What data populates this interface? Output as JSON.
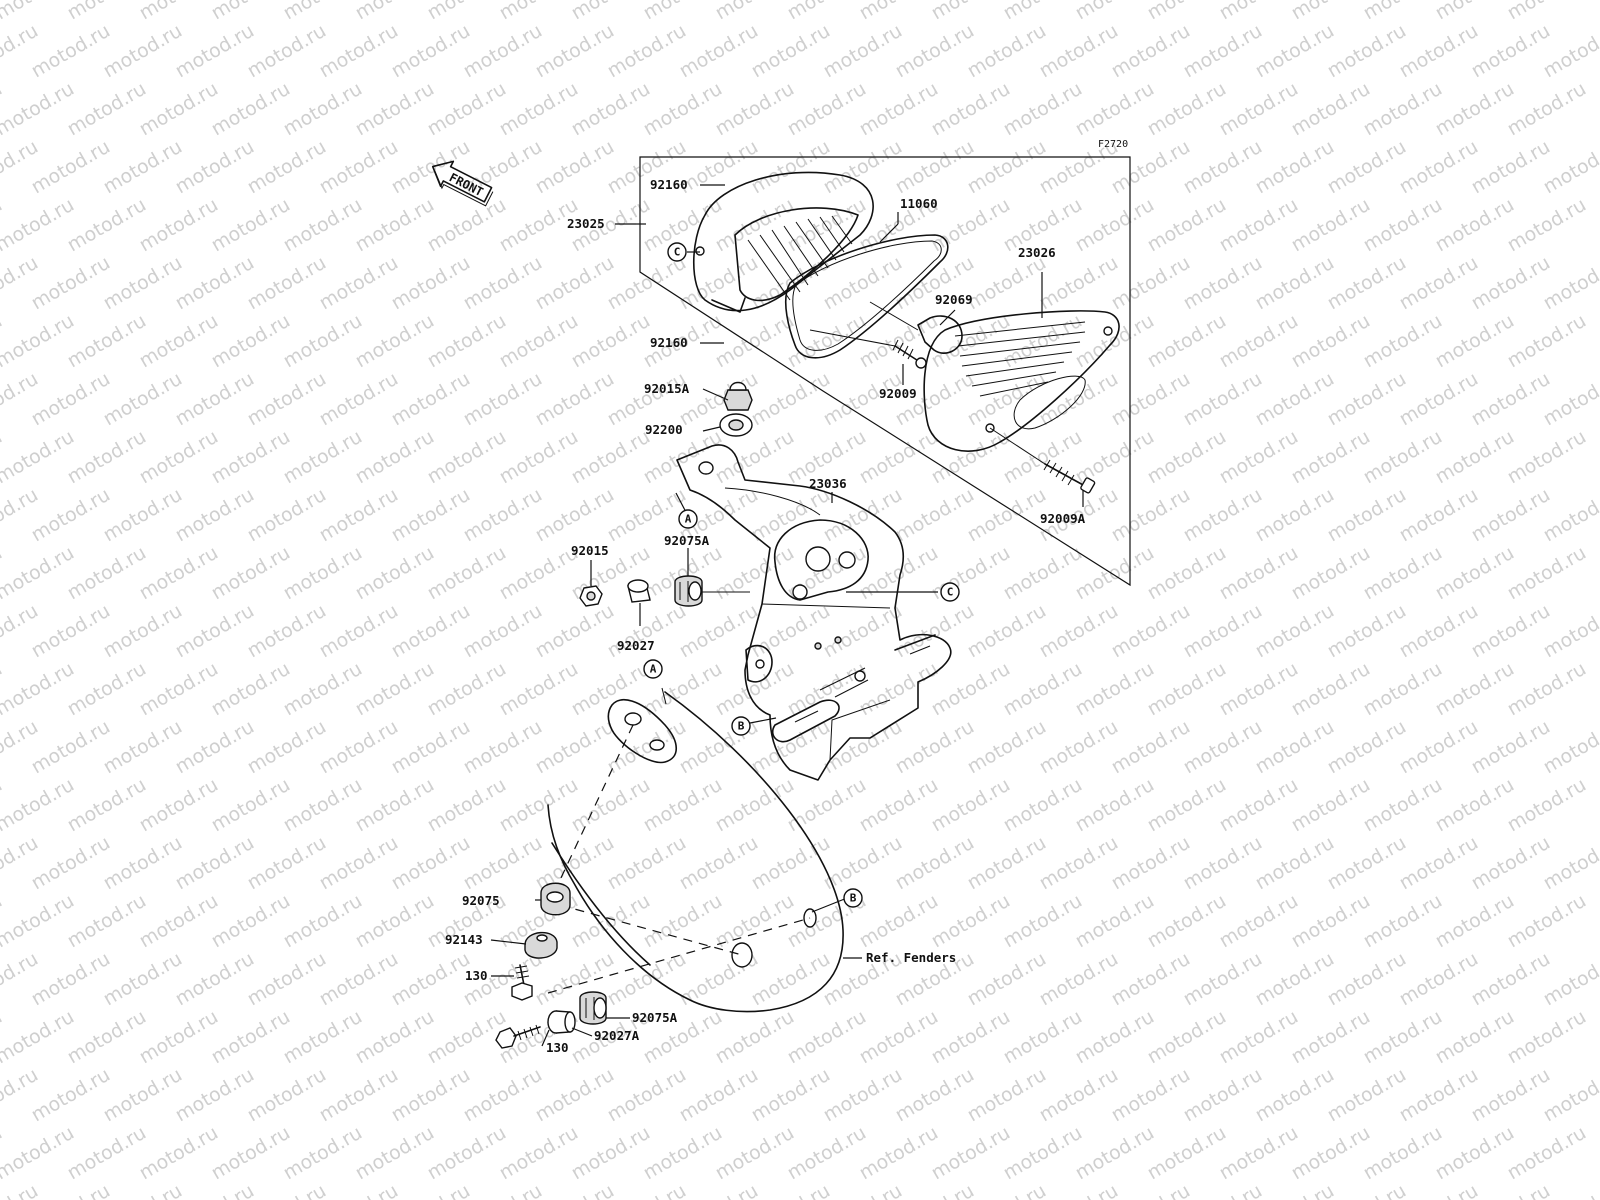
{
  "figure_code": "F2720",
  "front_label": "FRONT",
  "watermark": "motod.ru",
  "ref_note": "Ref. Fenders",
  "parts": {
    "p92160_top": "92160",
    "p23025": "23025",
    "p11060": "11060",
    "p23026": "23026",
    "p92069": "92069",
    "p92160_bottom": "92160",
    "p92009": "92009",
    "p92015A": "92015A",
    "p92200": "92200",
    "p23036": "23036",
    "p92009A": "92009A",
    "p92075A_upper": "92075A",
    "p92015": "92015",
    "p92027": "92027",
    "p92075": "92075",
    "p92143": "92143",
    "p130_upper": "130",
    "p92075A_lower": "92075A",
    "p130_lower": "130",
    "p92027A": "92027A"
  },
  "refs": {
    "c_top": "C",
    "a_bracket": "A",
    "c_bracket": "C",
    "a_fender": "A",
    "b_bracket": "B",
    "b_fender": "B"
  }
}
